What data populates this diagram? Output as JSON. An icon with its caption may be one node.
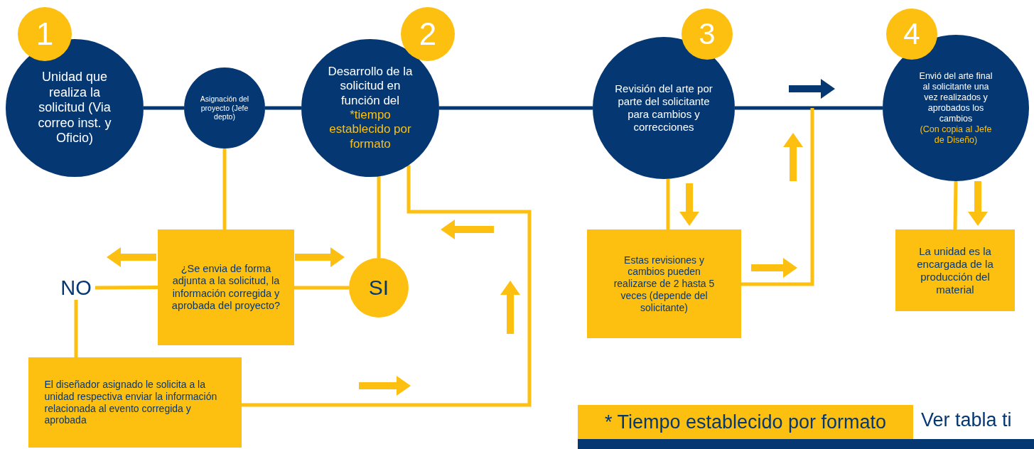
{
  "diagram": {
    "nodes": [
      {
        "text": [
          "1"
        ]
      },
      {
        "text": [
          "Unidad que realiza la solicitud (Via correo inst. y Oficio)"
        ]
      },
      {
        "text": [
          "Asignación del proyecto (Jefe depto)"
        ]
      },
      {
        "text": [
          "2"
        ]
      },
      {
        "text": [
          "Desarrollo de la solicitud en función del",
          "*tiempo establecido por formato"
        ]
      },
      {
        "text": [
          "¿Se envia de forma adjunta a la solicitud, la información corregida y aprobada del proyecto?"
        ]
      },
      {
        "text": [
          "NO"
        ]
      },
      {
        "text": [
          "SI"
        ]
      },
      {
        "text": [
          "El diseñador asignado le solicita a la unidad respectiva enviar la información relacionada al evento corregida y aprobada"
        ]
      },
      {
        "text": [
          "3"
        ]
      },
      {
        "text": [
          "Revisión del arte por parte del solicitante para cambios y correcciones"
        ]
      },
      {
        "text": [
          "Estas revisiones y cambios pueden realizarse de 2 hasta 5 veces (depende del solicitante)"
        ]
      },
      {
        "text": [
          "4"
        ]
      },
      {
        "text": [
          "Envió del arte final al solicitante una vez realizados y aprobados los cambios",
          "(Con copia al Jefe de Diseño)"
        ]
      },
      {
        "text": [
          "La unidad es la encargada de la producción del material"
        ]
      },
      {
        "text": [
          "* Tiempo establecido por formato"
        ],
        "beside": [
          "Ver tabla ti"
        ]
      }
    ],
    "edges": [
      {
        "from": 1,
        "to": 2,
        "arrow": "none",
        "color": "#053873"
      },
      {
        "from": 2,
        "to": 4,
        "arrow": "none",
        "color": "#053873"
      },
      {
        "from": 4,
        "to": 10,
        "arrow": "none",
        "color": "#053873"
      },
      {
        "from": 10,
        "to": 13,
        "arrow": "none",
        "color": "#053873"
      },
      {
        "from": 2,
        "to": 5,
        "arrow": "none"
      },
      {
        "from": 5,
        "to": 6,
        "arrow": "none"
      },
      {
        "from": 5,
        "to": 7,
        "arrow": "none"
      },
      {
        "from": 7,
        "to": 4,
        "arrow": "none"
      },
      {
        "from": 6,
        "to": 8,
        "arrow": "none"
      },
      {
        "from": 8,
        "to": 4,
        "arrow": "none"
      },
      {
        "from": 10,
        "to": 11,
        "arrow": "none"
      },
      {
        "from": 11,
        "to": null,
        "arrow": "none"
      },
      {
        "from": 13,
        "to": 14,
        "arrow": "none"
      }
    ]
  }
}
